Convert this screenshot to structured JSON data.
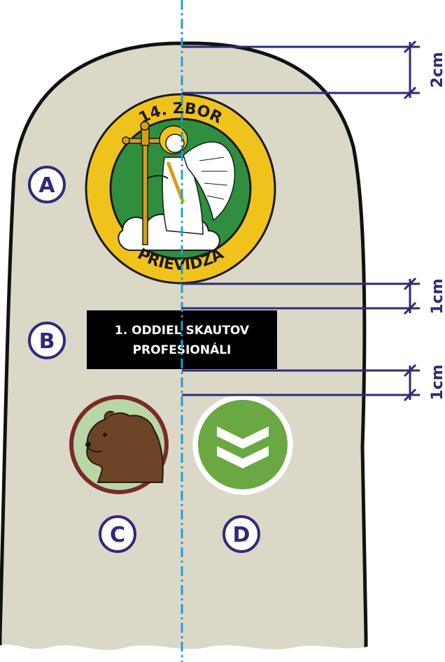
{
  "colors": {
    "sleeve_fill": "#dcd8c7",
    "sleeve_outline": "#111111",
    "guide_line": "#1d9fd6",
    "dimension_line": "#2e2a7a",
    "emblem_ring": "#f0c21c",
    "emblem_green": "#2f8f3e",
    "patch_background": "#000000",
    "bear_ring": "#7a2a2a",
    "bear_background": "#b9d7a6",
    "green_badge": "#6aa842"
  },
  "emblem": {
    "icon": "troop-emblem-angel-with-cross",
    "top_text": "14. ZBOR",
    "bottom_text": "PRIEVIDZA"
  },
  "patch": {
    "line1": "1. ODDIEL SKAUTOV",
    "line2": "PROFESIONÁLI"
  },
  "badges": {
    "c_icon": "bear-head-badge",
    "d_icon": "double-chevron-badge"
  },
  "markers": {
    "a": "A",
    "b": "B",
    "c": "C",
    "d": "D"
  },
  "dimensions": {
    "top_gap": "2cm",
    "emblem_to_patch": "1cm",
    "patch_to_badges": "1cm"
  }
}
